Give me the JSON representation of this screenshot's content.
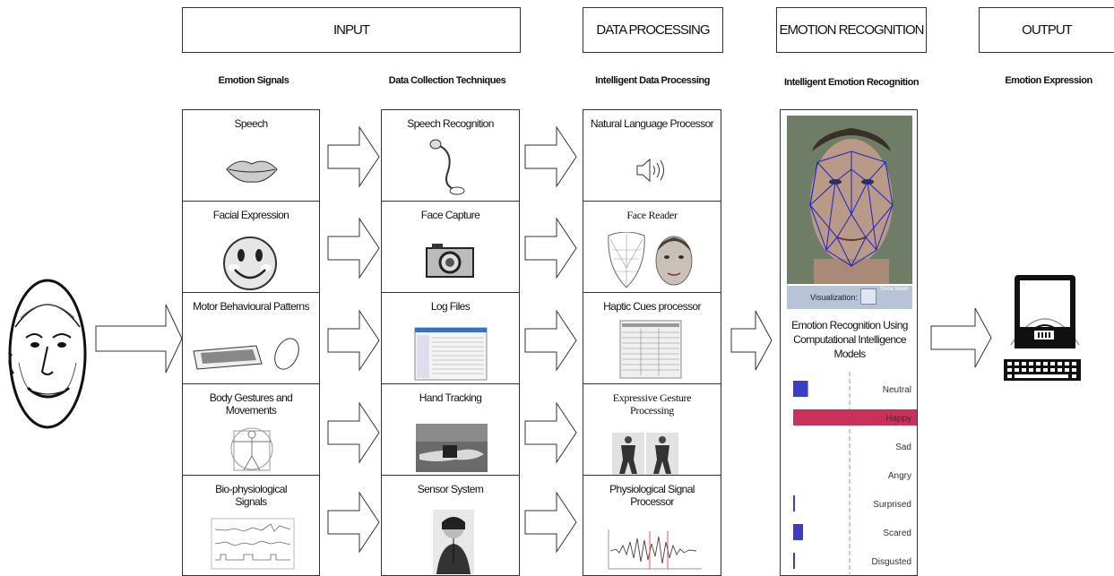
{
  "headers": {
    "input": "INPUT",
    "data_processing": "DATA PROCESSING",
    "emotion_recognition": "EMOTION RECOGNITION",
    "output": "OUTPUT"
  },
  "column_titles": {
    "signals": "Emotion Signals",
    "collection": "Data Collection Techniques",
    "processing": "Intelligent Data Processing",
    "recognition": "Intelligent Emotion Recognition",
    "expression": "Emotion Expression"
  },
  "signals": [
    "Speech",
    "Facial Expression",
    "Motor Behavioural Patterns",
    "Body Gestures and Movements",
    "Bio-physiological Signals"
  ],
  "collection": [
    "Speech Recognition",
    "Face Capture",
    "Log Files",
    "Hand Tracking",
    "Sensor System"
  ],
  "processing": [
    "Natural Language Processor",
    "Face Reader",
    "Haptic Cues processor",
    "Expressive Gesture Processing",
    "Physiological Signal Processor"
  ],
  "recognition_panel": {
    "visualization_label": "Visualization:",
    "show_mesh_label": "Show Mesh",
    "title": "Emotion Recognition Using Computational Intelligence Models",
    "emotions": [
      {
        "name": "Neutral",
        "value": 0.12,
        "color": "#3c3cc8"
      },
      {
        "name": "Happy",
        "value": 1.0,
        "color": "#c8325a"
      },
      {
        "name": "Sad",
        "value": 0.0,
        "color": "#3c3cc8"
      },
      {
        "name": "Angry",
        "value": 0.0,
        "color": "#3c3cc8"
      },
      {
        "name": "Surprised",
        "value": 0.01,
        "color": "#3c3cc8"
      },
      {
        "name": "Scared",
        "value": 0.08,
        "color": "#3c3cc8"
      },
      {
        "name": "Disgusted",
        "value": 0.005,
        "color": "#3c3cc8"
      }
    ]
  }
}
